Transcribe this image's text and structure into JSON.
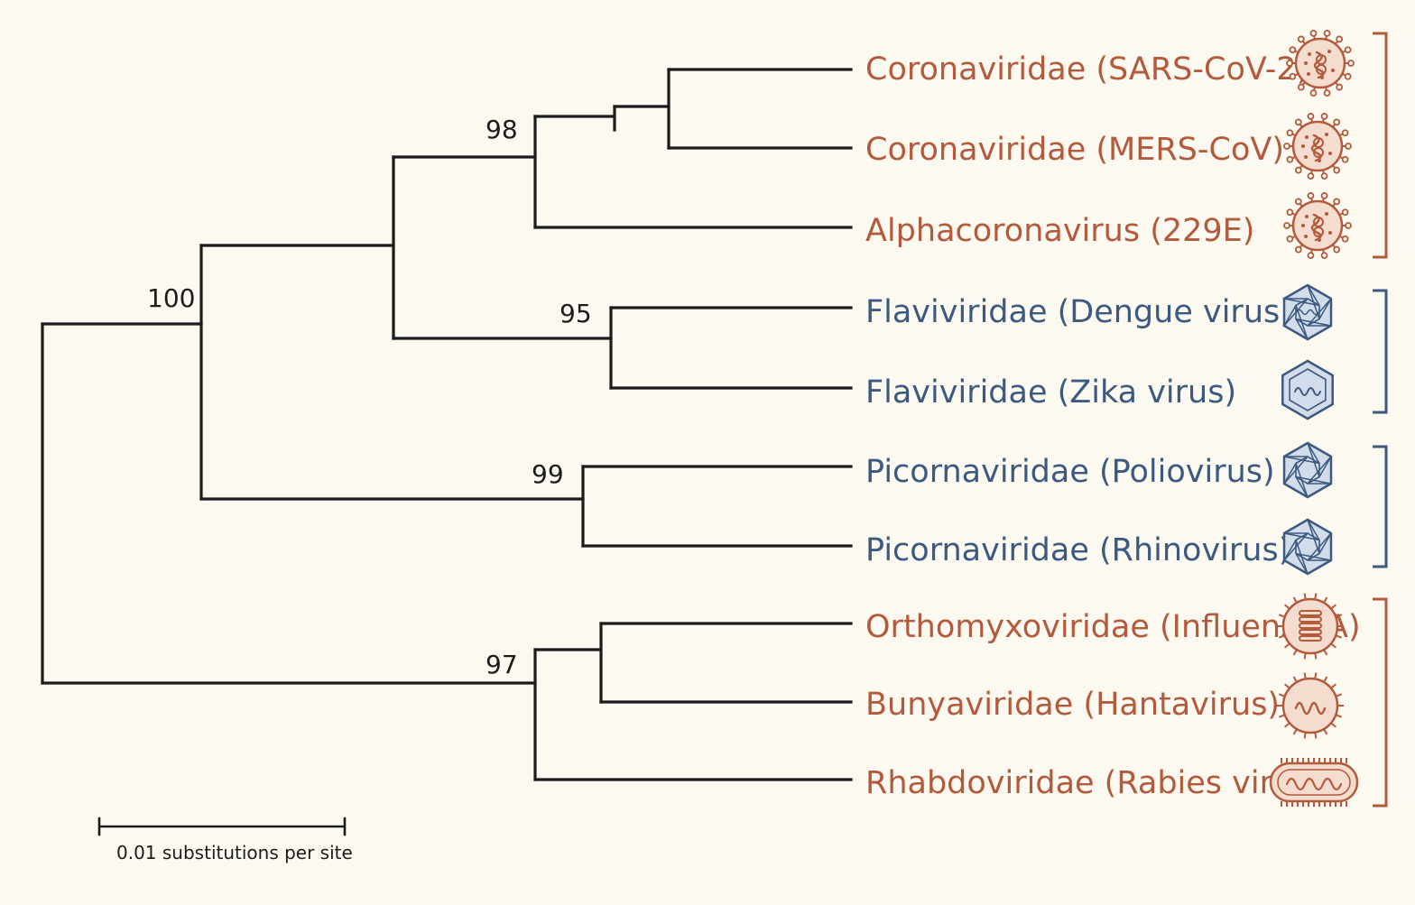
{
  "colors": {
    "red": "#b45a3c",
    "red_fill": "#f4dccf",
    "blue": "#3c5a80",
    "blue_fill": "#d3dcea",
    "branch": "#1c1c1c"
  },
  "taxa": [
    {
      "label": "Coronaviridae (SARS-CoV-2)",
      "color": "red",
      "icon": "corona-virion-icon"
    },
    {
      "label": "Coronaviridae (MERS-CoV)",
      "color": "red",
      "icon": "corona-virion-icon"
    },
    {
      "label": "Alphacoronavirus (229E)",
      "color": "red",
      "icon": "corona-virion-icon"
    },
    {
      "label": "Flaviviridae (Dengue virus)",
      "color": "blue",
      "icon": "icosahedral-capsid-icon"
    },
    {
      "label": "Flaviviridae (Zika virus)",
      "color": "blue",
      "icon": "hexagonal-capsid-icon"
    },
    {
      "label": "Picornaviridae (Poliovirus)",
      "color": "blue",
      "icon": "icosahedral-capsid-icon"
    },
    {
      "label": "Picornaviridae (Rhinovirus)",
      "color": "blue",
      "icon": "icosahedral-capsid-icon"
    },
    {
      "label": "Orthomyxoviridae (Influenza A)",
      "color": "red",
      "icon": "segmented-virion-icon"
    },
    {
      "label": "Bunyaviridae (Hantavirus)",
      "color": "red",
      "icon": "spherical-virion-icon"
    },
    {
      "label": "Rhabdoviridae (Rabies virus)",
      "color": "red",
      "icon": "bullet-virion-icon"
    }
  ],
  "support_values": {
    "root_ingroup": "100",
    "corona_clade": "98",
    "flavi_clade": "95",
    "picorna_clade": "99",
    "negative_strand_clade": "97"
  },
  "groups": [
    {
      "color": "red",
      "members": [
        0,
        1,
        2
      ]
    },
    {
      "color": "blue",
      "members": [
        3,
        4
      ]
    },
    {
      "color": "blue",
      "members": [
        5,
        6
      ]
    },
    {
      "color": "red",
      "members": [
        7,
        8,
        9
      ]
    }
  ],
  "scale_bar": {
    "label": "0.01 substitutions per site",
    "value": 0.01
  }
}
